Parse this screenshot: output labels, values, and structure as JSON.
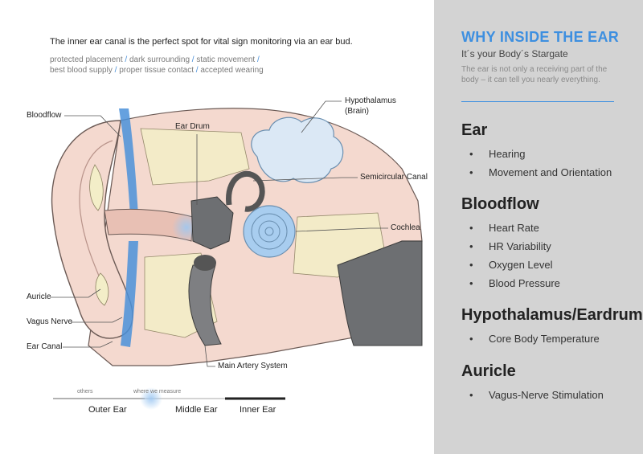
{
  "intro": {
    "title": "The inner ear canal is the perfect spot for vital sign monitoring via an ear bud.",
    "tags_line1": [
      "protected placement",
      "dark surrounding",
      "static movement"
    ],
    "tags_line2": [
      "best blood supply",
      "proper tissue contact",
      "accepted wearing"
    ]
  },
  "labels": {
    "bloodflow": "Bloodflow",
    "ear_drum": "Ear Drum",
    "hypothalamus": "Hypothalamus",
    "brain": "(Brain)",
    "semicircular_canal": "Semicircular Canal",
    "cochlea": "Cochlea",
    "auricle": "Auricle",
    "vagus_nerve": "Vagus Nerve",
    "ear_canal": "Ear Canal",
    "main_artery": "Main Artery System"
  },
  "scale": {
    "others": "others",
    "where_we_measure": "where we measure",
    "outer_ear": "Outer Ear",
    "middle_ear": "Middle Ear",
    "inner_ear": "Inner Ear"
  },
  "panel": {
    "title": "WHY INSIDE THE EAR",
    "subtitle": "It´s your Body´s Stargate",
    "description": "The ear is not only a receiving part of the body – it can tell you nearly everything.",
    "sections": [
      {
        "heading": "Ear",
        "items": [
          "Hearing",
          "Movement and Orientation"
        ]
      },
      {
        "heading": "Bloodflow",
        "items": [
          "Heart Rate",
          "HR Variability",
          "Oxygen Level",
          "Blood Pressure"
        ]
      },
      {
        "heading": "Hypothalamus/Eardrum",
        "items": [
          "Core Body Temperature"
        ]
      },
      {
        "heading": "Auricle",
        "items": [
          "Vagus-Nerve Stimulation"
        ]
      }
    ]
  },
  "colors": {
    "accent": "#3d8fe0",
    "panel_bg": "#d3d3d3",
    "skin": "#f4d9cf",
    "bone": "#f3eec8",
    "blood": "#4a90d9"
  }
}
